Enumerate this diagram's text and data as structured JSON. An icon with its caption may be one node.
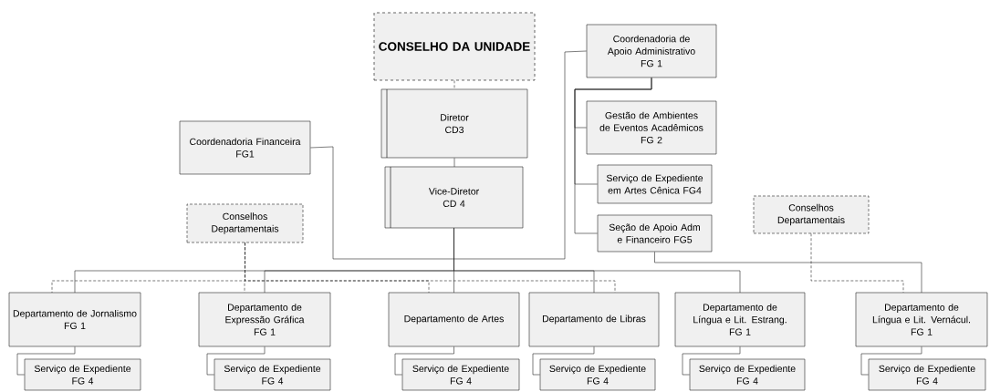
{
  "diagram": {
    "nodes": [
      {
        "text": [
          "CONSELHO DA UNIDADE"
        ]
      },
      {
        "text": [
          "Diretor",
          "CD3"
        ]
      },
      {
        "text": [
          "Vice-Diretor",
          "CD 4"
        ]
      },
      {
        "text": [
          "Coordenadoria Financeira",
          "FG1"
        ]
      },
      {
        "text": [
          "Coordenadoria de Apoio Administrativo",
          "FG 1"
        ]
      },
      {
        "text": [
          "Gestão de Ambientes de Eventos Acadêmicos",
          "FG 2"
        ]
      },
      {
        "text": [
          "Serviço de Expediente em Artes Cênica FG4"
        ]
      },
      {
        "text": [
          "Seção de Apoio Adm e Financeiro FG5"
        ]
      },
      {
        "text": [
          "Conselhos Departamentais"
        ]
      },
      {
        "text": [
          "Conselhos Departamentais"
        ]
      },
      {
        "text": [
          "Departamento de Jornalismo",
          "FG 1"
        ]
      },
      {
        "text": [
          "Serviço de Expediente",
          "FG 4"
        ]
      },
      {
        "text": [
          "Departamento de Expressão Gráfica",
          "FG 1"
        ]
      },
      {
        "text": [
          "Serviço de Expediente",
          "FG 4"
        ]
      },
      {
        "text": [
          "Departamento de Artes"
        ]
      },
      {
        "text": [
          "Serviço de Expediente",
          "FG 4"
        ]
      },
      {
        "text": [
          "Departamento de Libras"
        ]
      },
      {
        "text": [
          "Serviço de Expediente",
          "FG 4"
        ]
      },
      {
        "text": [
          "Departamento de Língua e Lit. Estrang.",
          "FG 1"
        ]
      },
      {
        "text": [
          "Serviço de Expediente",
          "FG 4"
        ]
      },
      {
        "text": [
          "Departamento de Língua e Lit. Vernácul.",
          "FG 1"
        ]
      },
      {
        "text": [
          "Serviço de Expediente",
          "FG 4"
        ]
      }
    ],
    "edges": [
      {
        "from": 0,
        "to": 1,
        "arrow": "none",
        "style": "dashed"
      },
      {
        "from": 1,
        "to": 2,
        "arrow": "none"
      },
      {
        "from": 2,
        "to": 10,
        "arrow": "none"
      },
      {
        "from": 2,
        "to": 12,
        "arrow": "none"
      },
      {
        "from": 2,
        "to": 14,
        "arrow": "none"
      },
      {
        "from": 2,
        "to": 16,
        "arrow": "none"
      },
      {
        "from": 2,
        "to": 18,
        "arrow": "none"
      },
      {
        "from": 7,
        "to": 20,
        "arrow": "none"
      },
      {
        "from": 3,
        "to": 4,
        "arrow": "none"
      },
      {
        "from": 4,
        "to": 5,
        "arrow": "none"
      },
      {
        "from": 4,
        "to": 6,
        "arrow": "none"
      },
      {
        "from": 4,
        "to": 7,
        "arrow": "none"
      },
      {
        "from": 8,
        "to": 10,
        "arrow": "none",
        "style": "dashed"
      },
      {
        "from": 8,
        "to": 12,
        "arrow": "none",
        "style": "dashed"
      },
      {
        "from": 8,
        "to": 14,
        "arrow": "none",
        "style": "dashed"
      },
      {
        "from": 8,
        "to": 16,
        "arrow": "none",
        "style": "dashed"
      },
      {
        "from": 9,
        "to": 20,
        "arrow": "none",
        "style": "dashed"
      },
      {
        "from": 10,
        "to": 11,
        "arrow": "none"
      },
      {
        "from": 12,
        "to": 13,
        "arrow": "none"
      },
      {
        "from": 14,
        "to": 15,
        "arrow": "none"
      },
      {
        "from": 16,
        "to": 17,
        "arrow": "none"
      },
      {
        "from": 18,
        "to": 19,
        "arrow": "none"
      },
      {
        "from": 20,
        "to": 21,
        "arrow": "none"
      }
    ]
  }
}
